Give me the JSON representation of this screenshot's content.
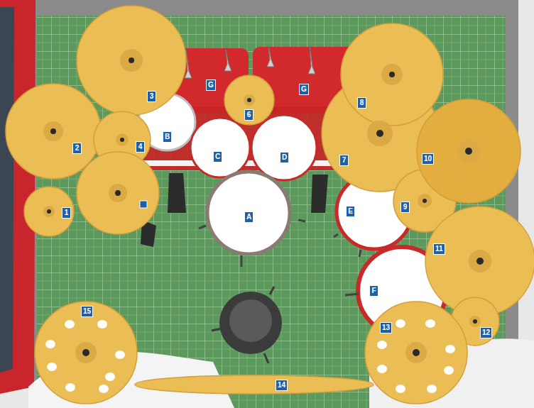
{
  "diagram": {
    "labels": [
      "3",
      "G",
      "G",
      "8",
      "6",
      "2",
      "4",
      "B",
      "C",
      "D",
      "7",
      "10",
      "1",
      "A",
      "E",
      "9",
      "11",
      "F",
      "15",
      "13",
      "12",
      "14"
    ]
  }
}
